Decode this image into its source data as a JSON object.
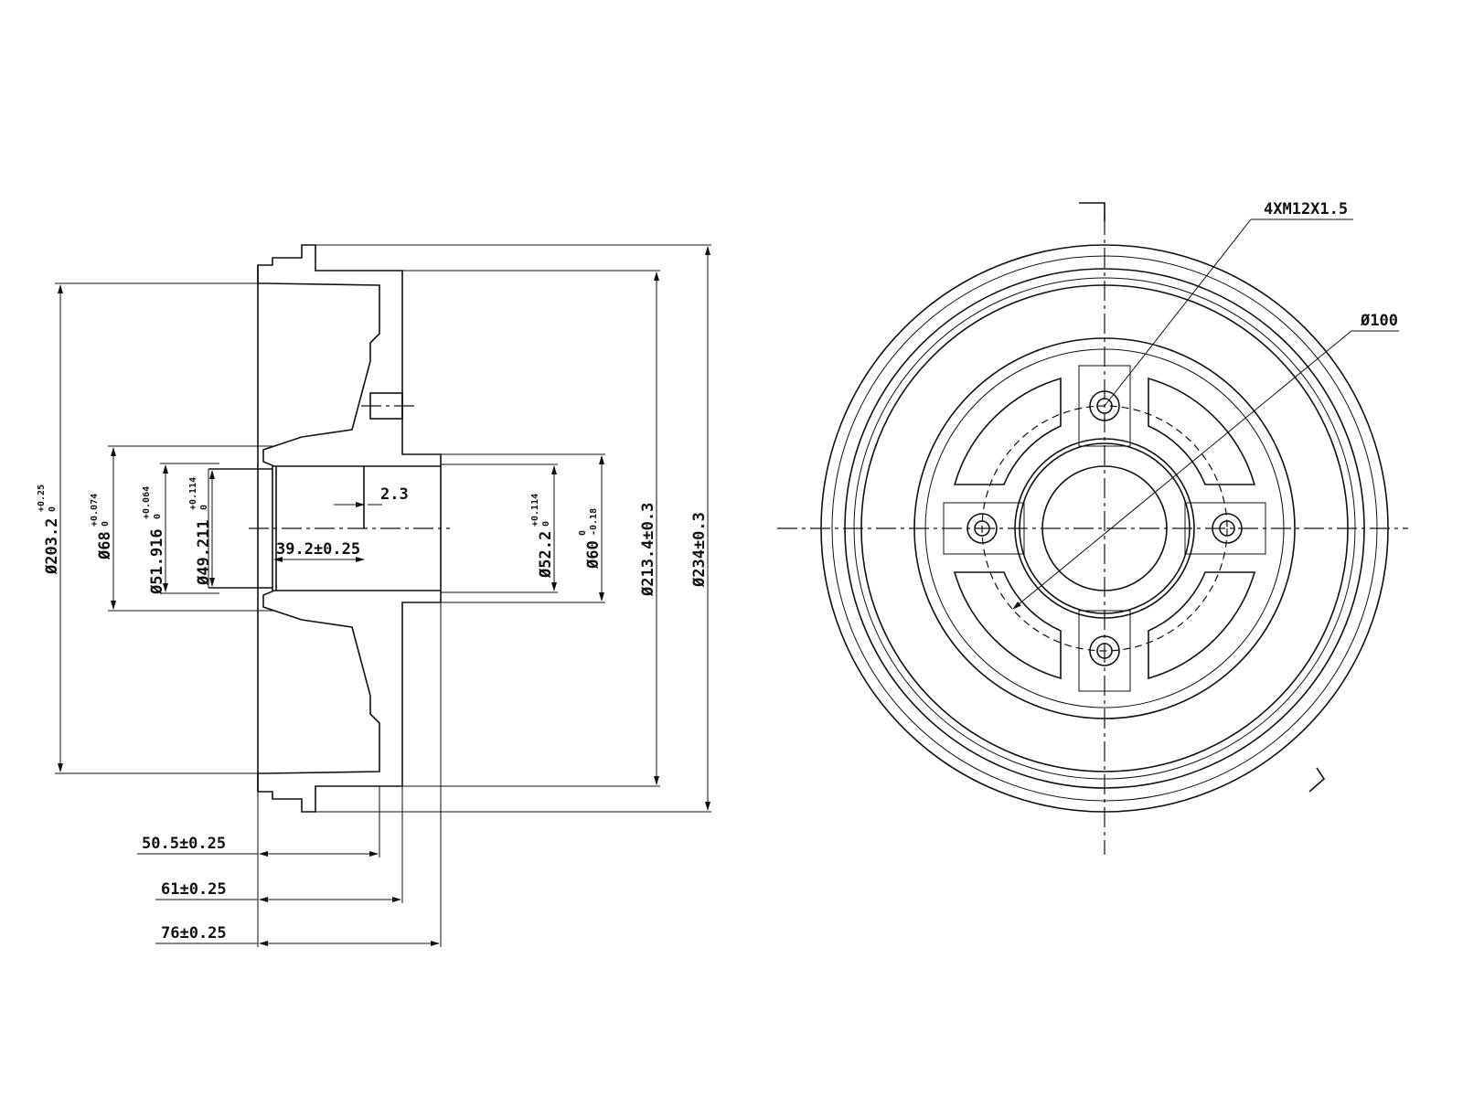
{
  "drawing": {
    "section_view": {
      "diameters": [
        {
          "label": "Ø203.2",
          "tol_upper": "+0.25",
          "tol_lower": "0"
        },
        {
          "label": "Ø68",
          "tol_upper": "+0.074",
          "tol_lower": "0"
        },
        {
          "label": "Ø51.916",
          "tol_upper": "+0.064",
          "tol_lower": "0"
        },
        {
          "label": "Ø49.211",
          "tol_upper": "+0.114",
          "tol_lower": "0"
        },
        {
          "label": "Ø52.2",
          "tol_upper": "+0.114",
          "tol_lower": "0"
        },
        {
          "label": "Ø60",
          "tol_upper": "0",
          "tol_lower": "-0.18"
        },
        {
          "label": "Ø213.4±0.3"
        },
        {
          "label": "Ø234±0.3"
        }
      ],
      "inner_lengths": {
        "groove": "2.3",
        "bore_depth": "39.2±0.25"
      },
      "lengths": [
        "50.5±0.25",
        "61±0.25",
        "76±0.25"
      ]
    },
    "front_view": {
      "thread_callout": "4XM12X1.5",
      "bolt_circle": "Ø100"
    }
  }
}
